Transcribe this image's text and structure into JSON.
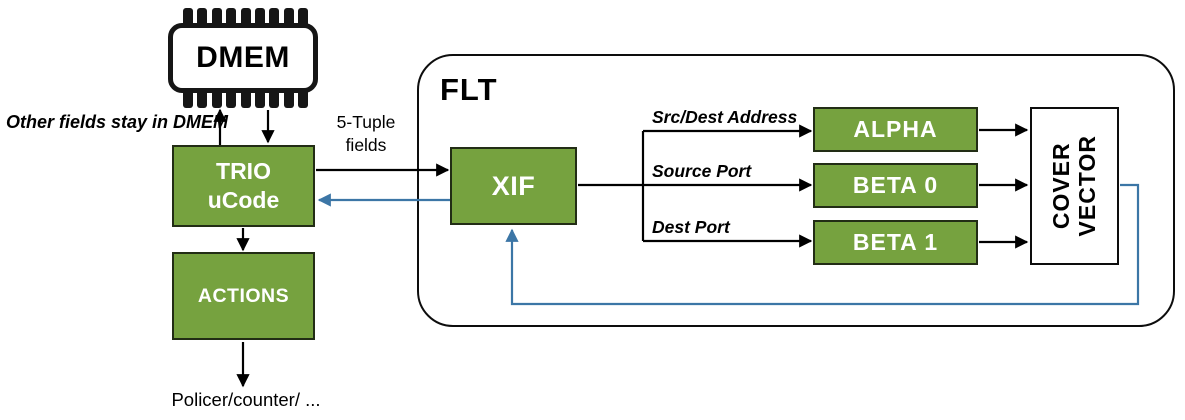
{
  "diagram": {
    "nodes": {
      "dmem": "DMEM",
      "trio": "TRIO uCode",
      "actions": "ACTIONS",
      "xif": "XIF",
      "alpha": "ALPHA",
      "beta0": "BETA 0",
      "beta1": "BETA 1",
      "cover_line1": "COVER",
      "cover_line2": "VECTOR",
      "flt": "FLT"
    },
    "labels": {
      "other_fields": "Other fields stay in DMEM",
      "five_tuple": "5-Tuple fields",
      "policer": "Policer/counter/ ...",
      "src_dest_address": "Src/Dest Address",
      "source_port": "Source Port",
      "dest_port": "Dest Port"
    },
    "colors": {
      "box_green": "#76A23F",
      "box_border": "#222D15",
      "line_black": "#000000",
      "line_blue": "#3C76A6",
      "background": "#FFFFFF"
    }
  }
}
